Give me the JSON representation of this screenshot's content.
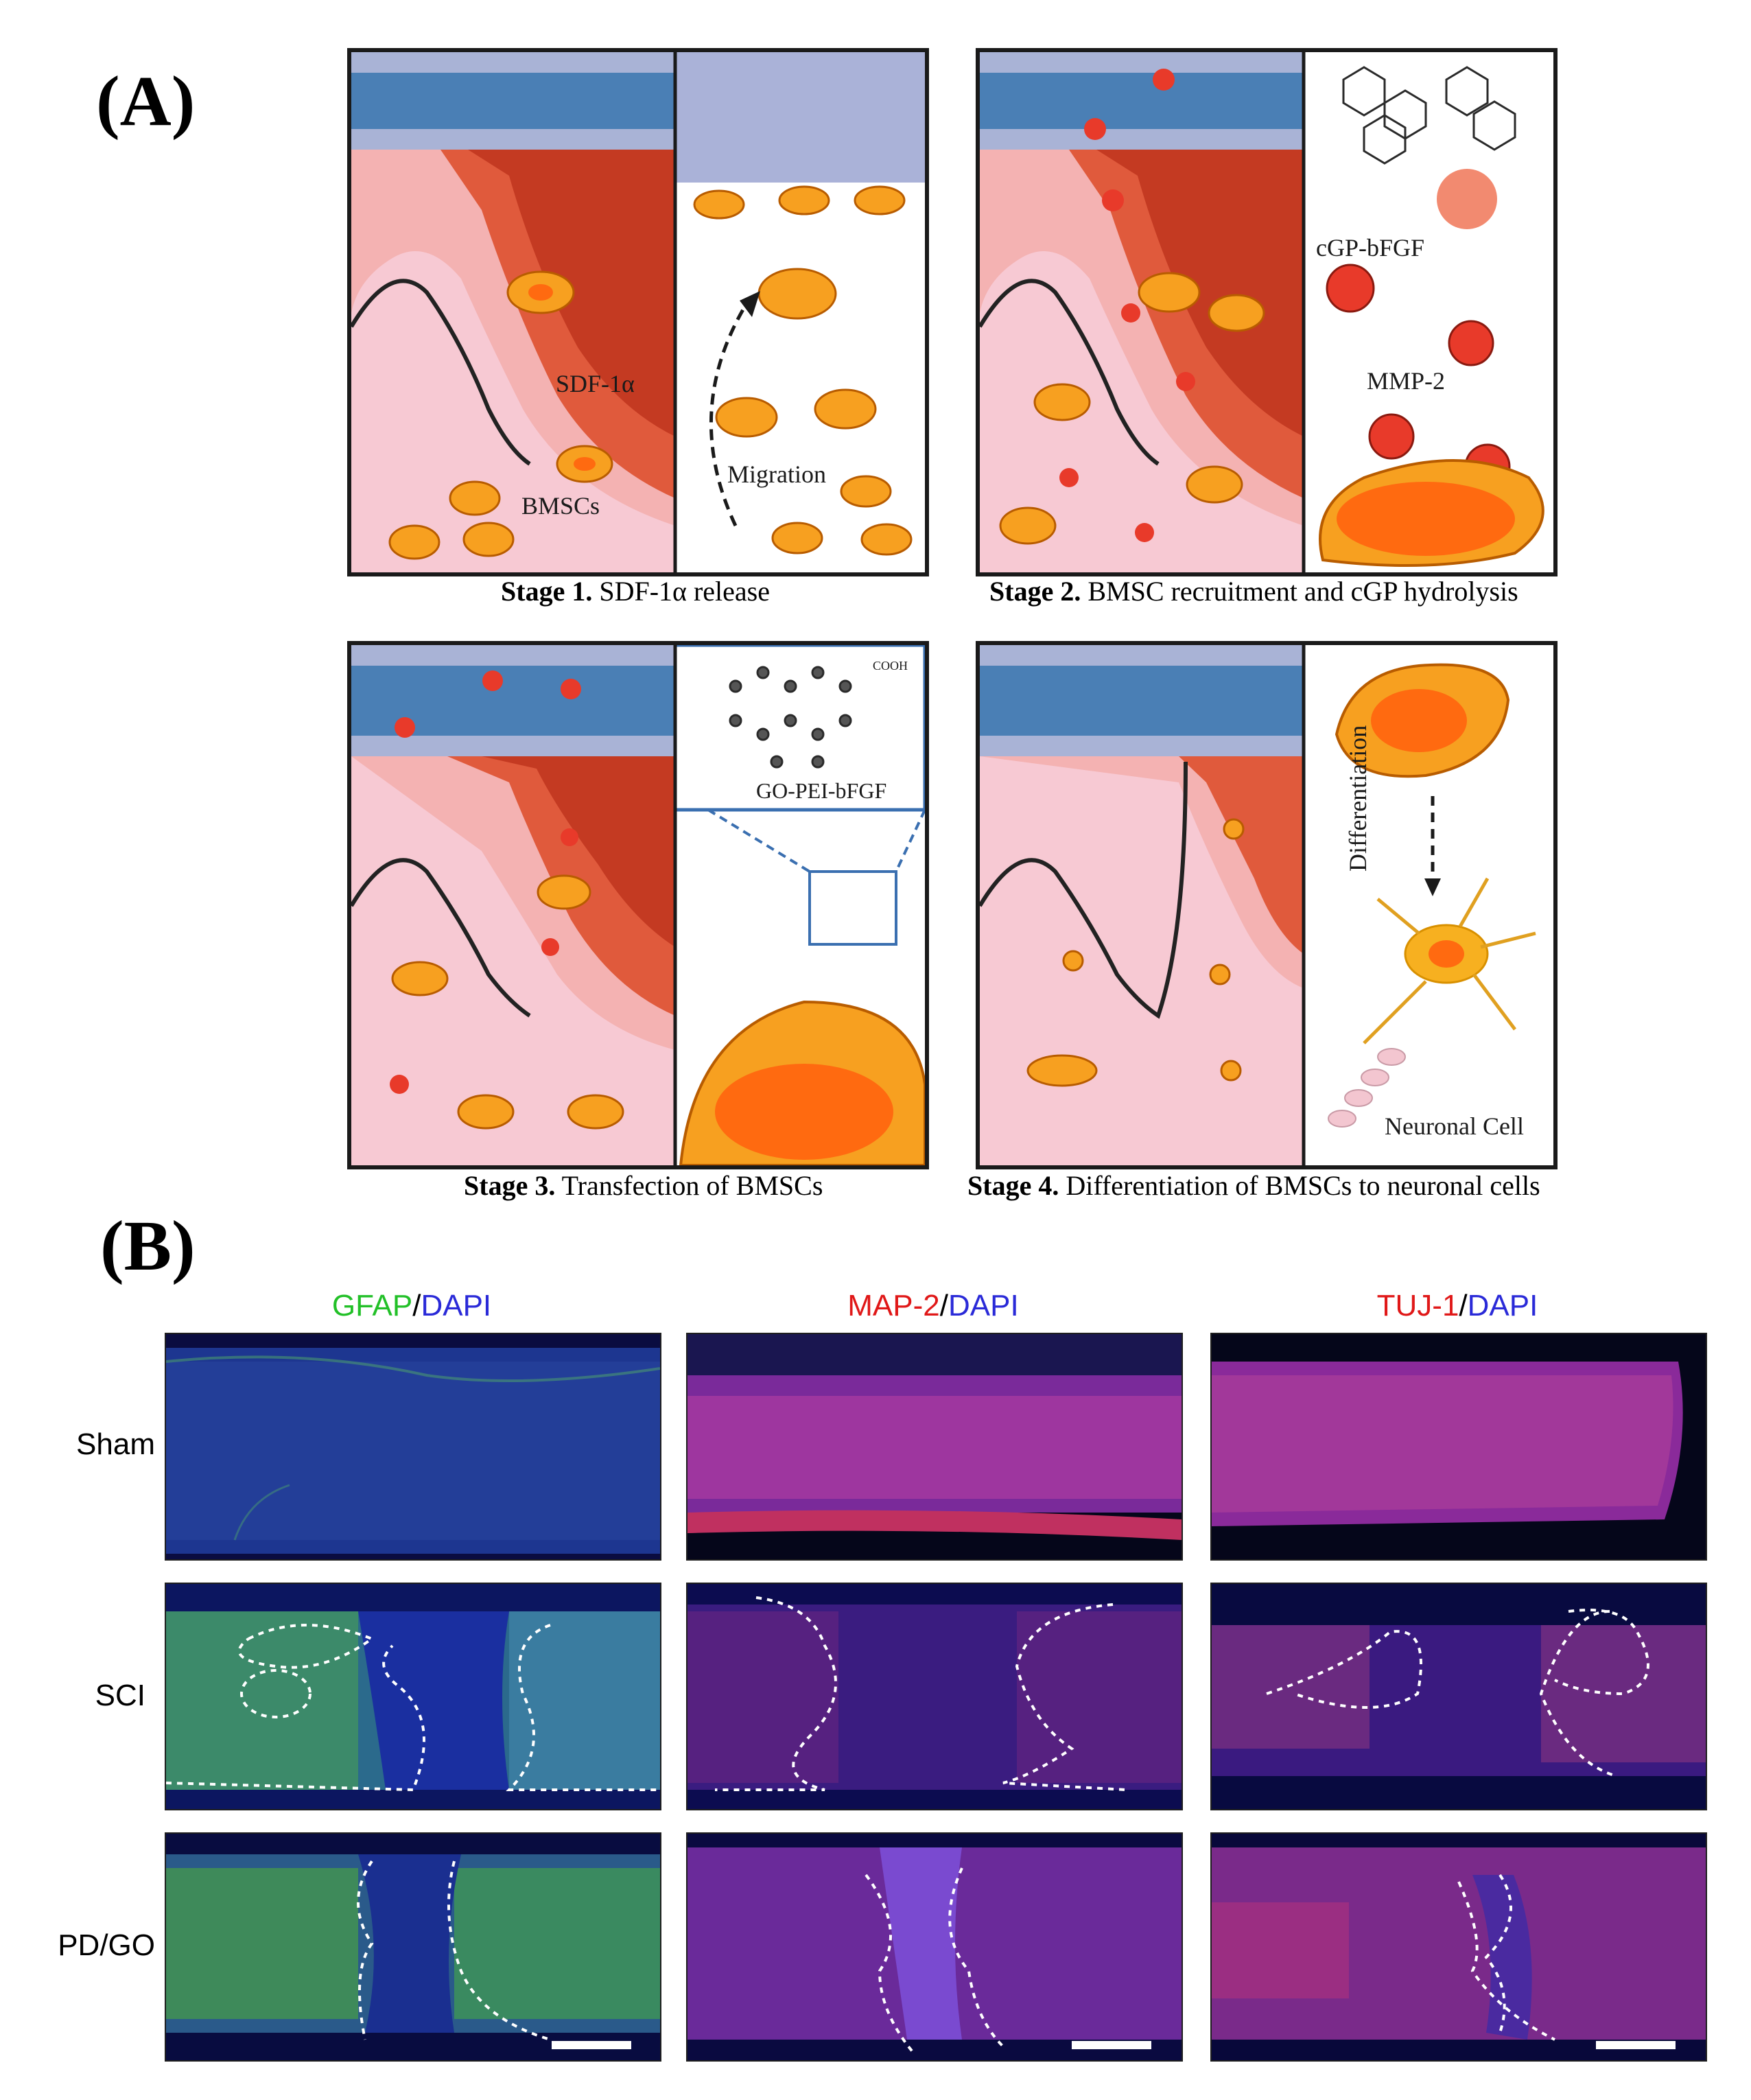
{
  "panel_a": {
    "label": "(A)",
    "stages": [
      {
        "bold": "Stage 1.",
        "text": " SDF-1α release",
        "labels": {
          "sdf": "SDF-1α",
          "bmscs": "BMSCs",
          "migration": "Migration"
        }
      },
      {
        "bold": "Stage 2.",
        "text": " BMSC recruitment and cGP hydrolysis",
        "labels": {
          "cgp": "cGP-bFGF",
          "mmp": "MMP-2"
        }
      },
      {
        "bold": "Stage 3.",
        "text": " Transfection of BMSCs",
        "labels": {
          "gopei": "GO-PEI-bFGF",
          "cooh": "COOH"
        }
      },
      {
        "bold": "Stage 4.",
        "text": " Differentiation of BMSCs to neuronal cells",
        "labels": {
          "diff": "Differentiation",
          "neuron": "Neuronal Cell"
        }
      }
    ]
  },
  "panel_b": {
    "label": "(B)",
    "columns": [
      {
        "marker": "GFAP",
        "sep": "/",
        "dapi": "DAPI",
        "marker_color": "#22c028"
      },
      {
        "marker": "MAP-2",
        "sep": "/",
        "dapi": "DAPI",
        "marker_color": "#e01818"
      },
      {
        "marker": "TUJ-1",
        "sep": "/",
        "dapi": "DAPI",
        "marker_color": "#e01818"
      }
    ],
    "rows": [
      "Sham",
      "SCI",
      "PD/GO"
    ],
    "colors": {
      "dapi": "#2a2ad8",
      "gfap": "#22c028",
      "map2": "#e01818",
      "tuj1": "#e01818"
    }
  }
}
